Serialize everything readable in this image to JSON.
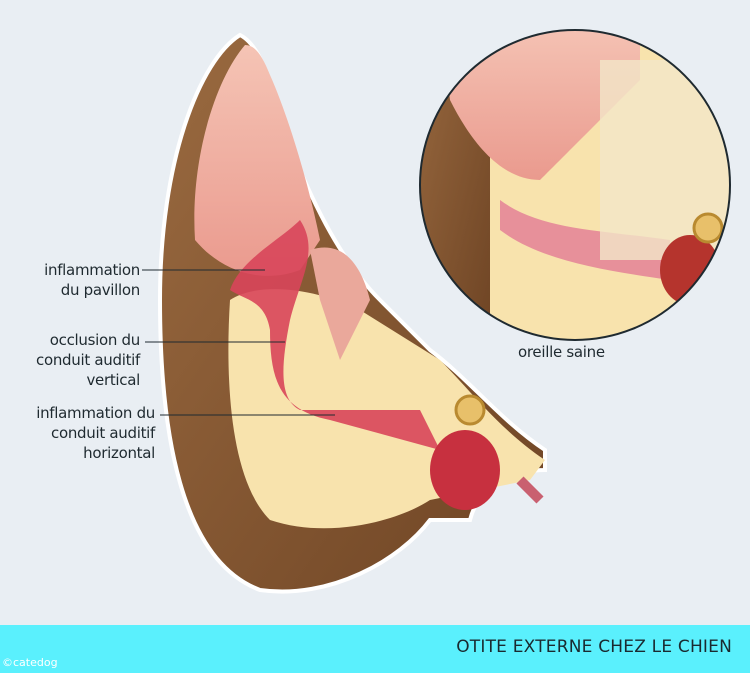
{
  "labels": {
    "pinna": "inflammation\ndu pavillon",
    "vertical": "occlusion du\nconduit auditif\nvertical",
    "horizontal": "inflammation du\nconduit auditif\nhorizontal",
    "healthy": "oreille saine"
  },
  "banner": {
    "title": "OTITE EXTERNE CHEZ LE CHIEN",
    "copyright": "©catedog"
  },
  "colors": {
    "background": "#e9eef3",
    "banner": "#5af0fd",
    "fur": "#8a5a32",
    "skin": "#f3b7a8",
    "tissue": "#f8e3ad",
    "inflamed": "#d8455a"
  }
}
